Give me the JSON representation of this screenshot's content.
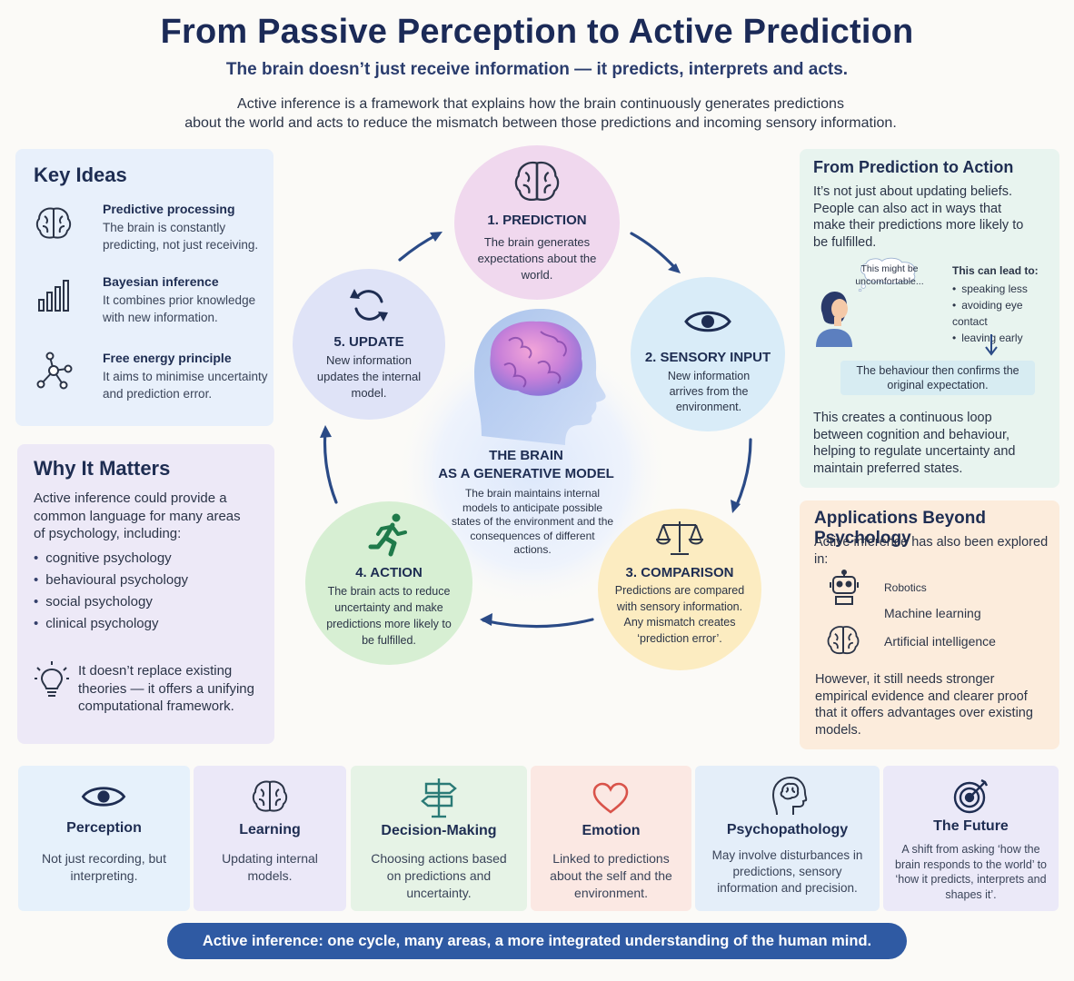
{
  "header": {
    "title": "From Passive Perception to Active Prediction",
    "subtitle": "The brain doesn’t just receive information — it predicts, interprets and acts.",
    "intro_line1": "Active inference is a framework that explains how the brain continuously generates predictions",
    "intro_line2": "about the world and acts to reduce the mismatch between those predictions and incoming sensory information."
  },
  "key_ideas": {
    "title": "Key Ideas",
    "items": [
      {
        "icon": "brain-icon",
        "title": "Predictive processing",
        "desc": "The brain is constantly predicting, not just receiving."
      },
      {
        "icon": "bar-chart-icon",
        "title": "Bayesian inference",
        "desc": "It combines prior knowledge with new information."
      },
      {
        "icon": "network-icon",
        "title": "Free energy principle",
        "desc": "It aims to minimise uncertainty and prediction error."
      }
    ]
  },
  "why_matters": {
    "title": "Why It Matters",
    "intro": "Active inference could provide a common language for many areas of psychology, including:",
    "items": [
      "cognitive psychology",
      "behavioural psychology",
      "social psychology",
      "clinical psychology"
    ],
    "note": "It doesn’t replace existing theories — it offers a unifying computational framework."
  },
  "cycle": {
    "center_title_1": "THE BRAIN",
    "center_title_2": "AS A GENERATIVE MODEL",
    "center_desc": "The brain maintains internal models to anticipate possible states of the environment and the consequences of different actions.",
    "steps": [
      {
        "title": "1. PREDICTION",
        "desc": "The brain generates expectations about the world.",
        "color": "#f0d8ee"
      },
      {
        "title": "2. SENSORY INPUT",
        "desc": "New information arrives from the environment.",
        "color": "#d9ecf8"
      },
      {
        "title": "3. COMPARISON",
        "desc": "Predictions are compared with sensory information. Any mismatch creates ‘prediction error’.",
        "color": "#fcecc1"
      },
      {
        "title": "4. ACTION",
        "desc": "The brain acts to reduce uncertainty and make predictions more likely to be fulfilled.",
        "color": "#d7efd3"
      },
      {
        "title": "5. UPDATE",
        "desc": "New information updates the internal model.",
        "color": "#dfe3f7"
      }
    ]
  },
  "prediction_action": {
    "title": "From Prediction to Action",
    "text": "It’s not just about updating beliefs. People can also act in ways that make their predictions more likely to be fulfilled.",
    "thought": "This might be uncomfortable...",
    "lead_title": "This can lead to:",
    "lead_items": [
      "speaking less",
      "avoiding eye contact",
      "leaving early"
    ],
    "confirm": "The behaviour then confirms the original expectation.",
    "bottom": "This creates a continuous loop between cognition and behaviour, helping to regulate uncertainty and maintain preferred states."
  },
  "applications": {
    "title": "Applications Beyond Psychology",
    "intro": "Active inference has also been explored in:",
    "items": [
      "Robotics",
      "Machine learning",
      "Artificial intelligence"
    ],
    "note": "However, it still needs stronger empirical evidence and clearer proof that it offers advantages over existing models."
  },
  "tiles": [
    {
      "icon": "eye-icon",
      "title": "Perception",
      "desc": "Not just recording, but interpreting.",
      "bg": "#e6f1fb"
    },
    {
      "icon": "brain-icon",
      "title": "Learning",
      "desc": "Updating internal models.",
      "bg": "#ebe8f8"
    },
    {
      "icon": "signpost-icon",
      "title": "Decision-Making",
      "desc": "Choosing actions based on predictions and uncertainty.",
      "bg": "#e6f3e6"
    },
    {
      "icon": "heart-icon",
      "title": "Emotion",
      "desc": "Linked to predictions about the self and the environment.",
      "bg": "#fbe8e3"
    },
    {
      "icon": "head-brain-icon",
      "title": "Psychopathology",
      "desc": "May involve disturbances in predictions, sensory information and precision.",
      "bg": "#e4eef9"
    },
    {
      "icon": "target-icon",
      "title": "The Future",
      "desc": "A shift from asking ‘how the brain responds to the world’ to ‘how it predicts, interprets and shapes it’.",
      "bg": "#ebe9f8"
    }
  ],
  "banner": "Active inference: one cycle, many areas, a more integrated understanding of the human mind."
}
